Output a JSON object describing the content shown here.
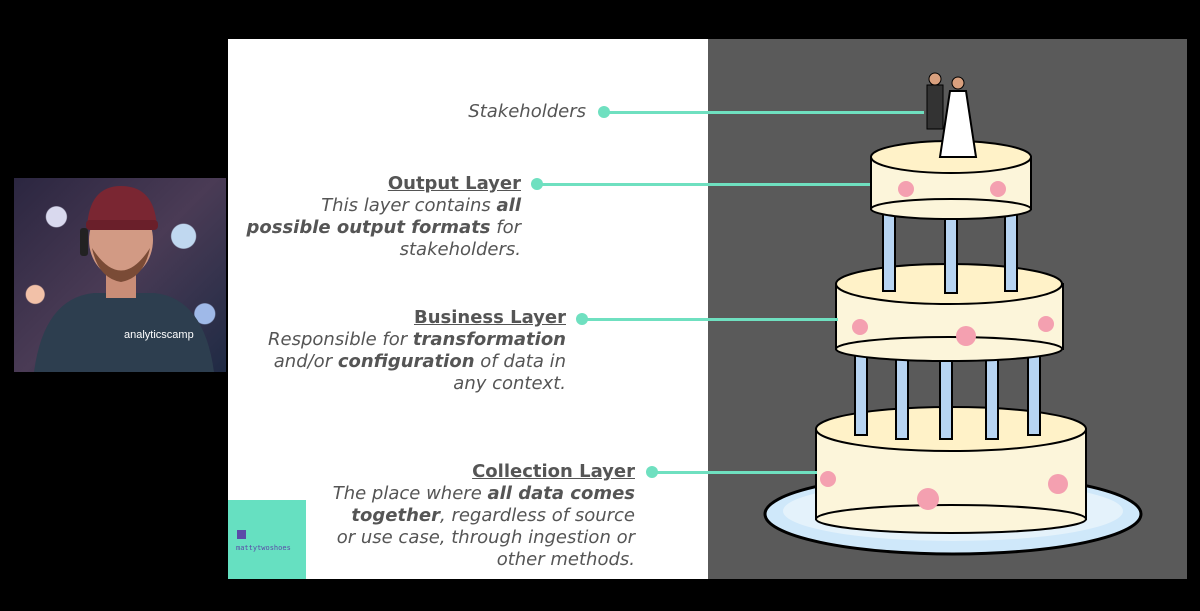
{
  "webcam": {
    "shirt_text": "analyticscamp"
  },
  "labels": {
    "stakeholders": "Stakeholders",
    "output_title": "Output Layer",
    "output_desc_1": "This layer contains ",
    "output_desc_bold_1": "all",
    "output_desc_bold_2": "possible output formats",
    "output_desc_2": " for",
    "output_desc_3": "stakeholders.",
    "business_title": "Business Layer",
    "business_desc_1": "Responsible for ",
    "business_desc_bold_1": "transformation",
    "business_desc_2": "and/or ",
    "business_desc_bold_2": "configuration",
    "business_desc_3": " of data in",
    "business_desc_4": "any context.",
    "collection_title": "Collection Layer",
    "collection_desc_1": "The place where ",
    "collection_desc_bold_1": "all data comes",
    "collection_desc_bold_2": "together",
    "collection_desc_2": ", regardless of source",
    "collection_desc_3": "or use case, through ingestion or",
    "collection_desc_4": "other methods."
  },
  "brand": {
    "text": "mattytwoshoes"
  },
  "colors": {
    "accent": "#6fe0c0",
    "panel": "#5a5a5a",
    "brand": "#66e0c1"
  }
}
